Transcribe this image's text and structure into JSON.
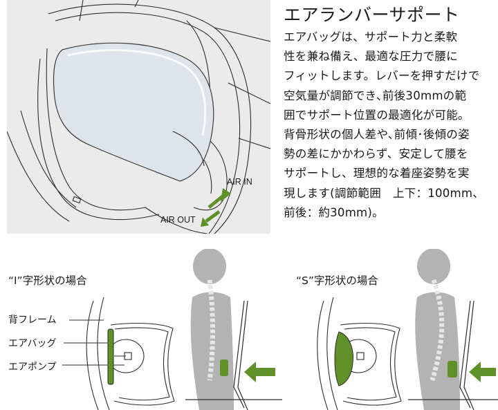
{
  "title": "エアランバーサポート",
  "description_lines": [
    "エアバッグは、サポート力と柔軟",
    "性を兼ね備え、最適な圧力で腰に",
    "フィットします。レバーを押すだけで",
    "空気量が調節でき､前後30mmの範",
    "囲でサポート位置の最適化が可能。",
    "背骨形状の個人差や､前傾･後傾の姿",
    "勢の差にかかわらず、安定して腰を",
    "サポートし、理想的な着座姿勢を実",
    "現します(調節範囲　上下：100mm、",
    "前後：約30mm)。"
  ],
  "hero_labels": {
    "air_in": "AIR IN",
    "air_out": "AIR OUT"
  },
  "diagram_i": {
    "caption": "“I”字形状の場合"
  },
  "diagram_s": {
    "caption": "“S”字形状の場合"
  },
  "parts": {
    "frame": "背フレーム",
    "bag": "エアバッグ",
    "pump": "エアポンプ"
  },
  "colors": {
    "green": "#5f9128",
    "hero_bg": "#ebebeb",
    "silhouette": "#b3b3b3"
  }
}
